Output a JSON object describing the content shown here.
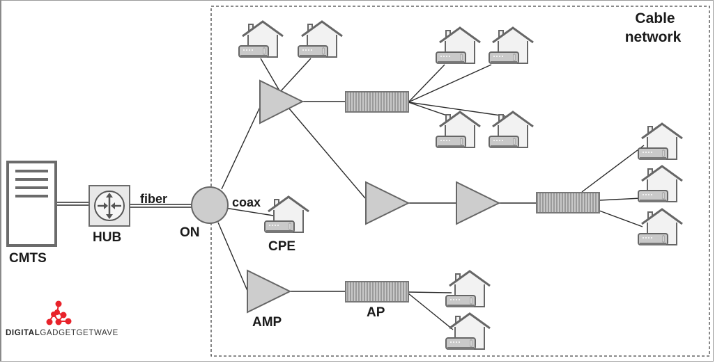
{
  "diagram": {
    "title": "Cable network",
    "title_lines": [
      "Cable",
      "network"
    ],
    "labels": {
      "cmts": "CMTS",
      "hub": "HUB",
      "fiber": "fiber",
      "on": "ON",
      "coax": "coax",
      "cpe": "CPE",
      "amp": "AMP",
      "ap": "AP"
    },
    "nodes": [
      {
        "id": "cmts",
        "type": "server",
        "label": "CMTS"
      },
      {
        "id": "hub",
        "type": "router",
        "label": "HUB"
      },
      {
        "id": "on",
        "type": "optical-node",
        "label": "ON"
      },
      {
        "id": "cpe",
        "type": "house",
        "label": "CPE"
      },
      {
        "id": "amp1",
        "type": "amplifier"
      },
      {
        "id": "amp2",
        "type": "amplifier"
      },
      {
        "id": "amp3",
        "type": "amplifier"
      },
      {
        "id": "amp4",
        "type": "amplifier",
        "label": "AMP"
      },
      {
        "id": "tap1",
        "type": "tap"
      },
      {
        "id": "tap2",
        "type": "tap"
      },
      {
        "id": "tap3",
        "type": "tap",
        "label": "AP"
      }
    ],
    "edges": [
      {
        "from": "cmts",
        "to": "hub",
        "medium": "fiber"
      },
      {
        "from": "hub",
        "to": "on",
        "medium": "fiber"
      },
      {
        "from": "on",
        "to": "amp1",
        "medium": "coax"
      },
      {
        "from": "on",
        "to": "cpe",
        "medium": "coax"
      },
      {
        "from": "on",
        "to": "amp4",
        "medium": "coax"
      },
      {
        "from": "amp1",
        "to": "tap1"
      },
      {
        "from": "amp1",
        "to": "amp2"
      },
      {
        "from": "amp2",
        "to": "amp3"
      },
      {
        "from": "amp3",
        "to": "tap2"
      },
      {
        "from": "amp4",
        "to": "tap3"
      }
    ],
    "house_counts": {
      "amp1": 2,
      "tap1": 4,
      "tap2": 3,
      "tap3": 2,
      "on": 1
    }
  },
  "logo": {
    "bold": "DIGITAL",
    "light": "GADGETGETWAVE",
    "color": "#e8222a"
  },
  "colors": {
    "stroke": "#555555",
    "fill_gray": "#cfcfcf",
    "house_fill": "#f2f2f2",
    "line": "#2a2a2a"
  }
}
